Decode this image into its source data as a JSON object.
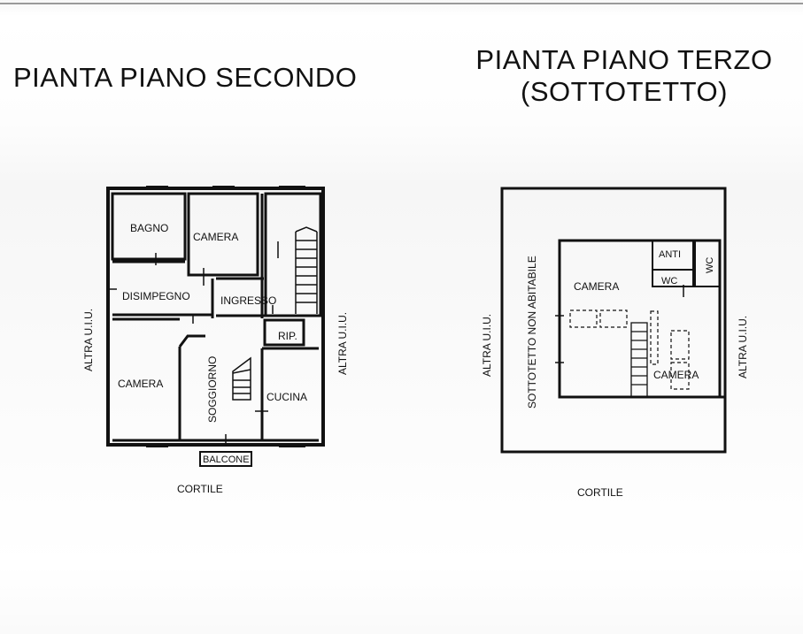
{
  "titles": {
    "left": "PIANTA PIANO SECONDO",
    "right_line1": "PIANTA PIANO TERZO",
    "right_line2": "(SOTTOTETTO)"
  },
  "plan_second": {
    "rooms": {
      "bagno": "BAGNO",
      "camera_top": "CAMERA",
      "disimpegno": "DISIMPEGNO",
      "ingresso": "INGRESSO",
      "rip": "RIP.",
      "camera_left": "CAMERA",
      "soggiorno": "SOGGIORNO",
      "cucina": "CUCINA",
      "balcone": "BALCONE"
    },
    "labels": {
      "altra_left": "ALTRA U.I.U.",
      "altra_right": "ALTRA U.I.U.",
      "cortile": "CORTILE"
    }
  },
  "plan_third": {
    "rooms": {
      "camera_top": "CAMERA",
      "anti": "ANTI",
      "wc_small": "WC",
      "wc_side": "WC",
      "camera_bottom": "CAMERA",
      "sottotetto": "SOTTOTETTO NON ABITABILE"
    },
    "labels": {
      "altra_left": "ALTRA U.I.U.",
      "altra_right": "ALTRA U.I.U.",
      "cortile": "CORTILE"
    }
  }
}
